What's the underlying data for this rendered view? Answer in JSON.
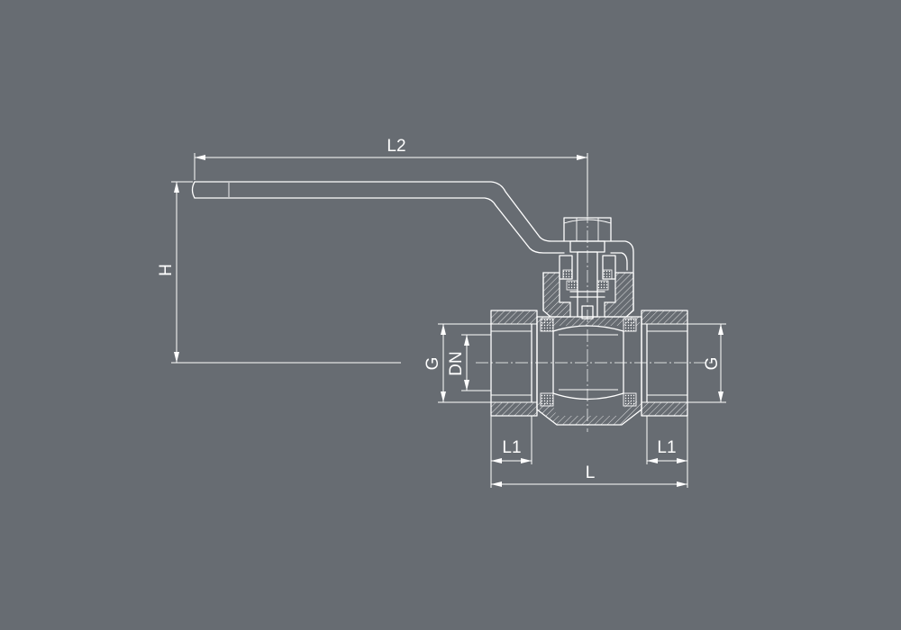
{
  "labels": {
    "l2": "L2",
    "h": "H",
    "g_left": "G",
    "dn": "DN",
    "g_right": "G",
    "l1_left": "L1",
    "l1_right": "L1",
    "l": "L"
  },
  "colors": {
    "background": "#676c72",
    "line": "#ffffff"
  }
}
